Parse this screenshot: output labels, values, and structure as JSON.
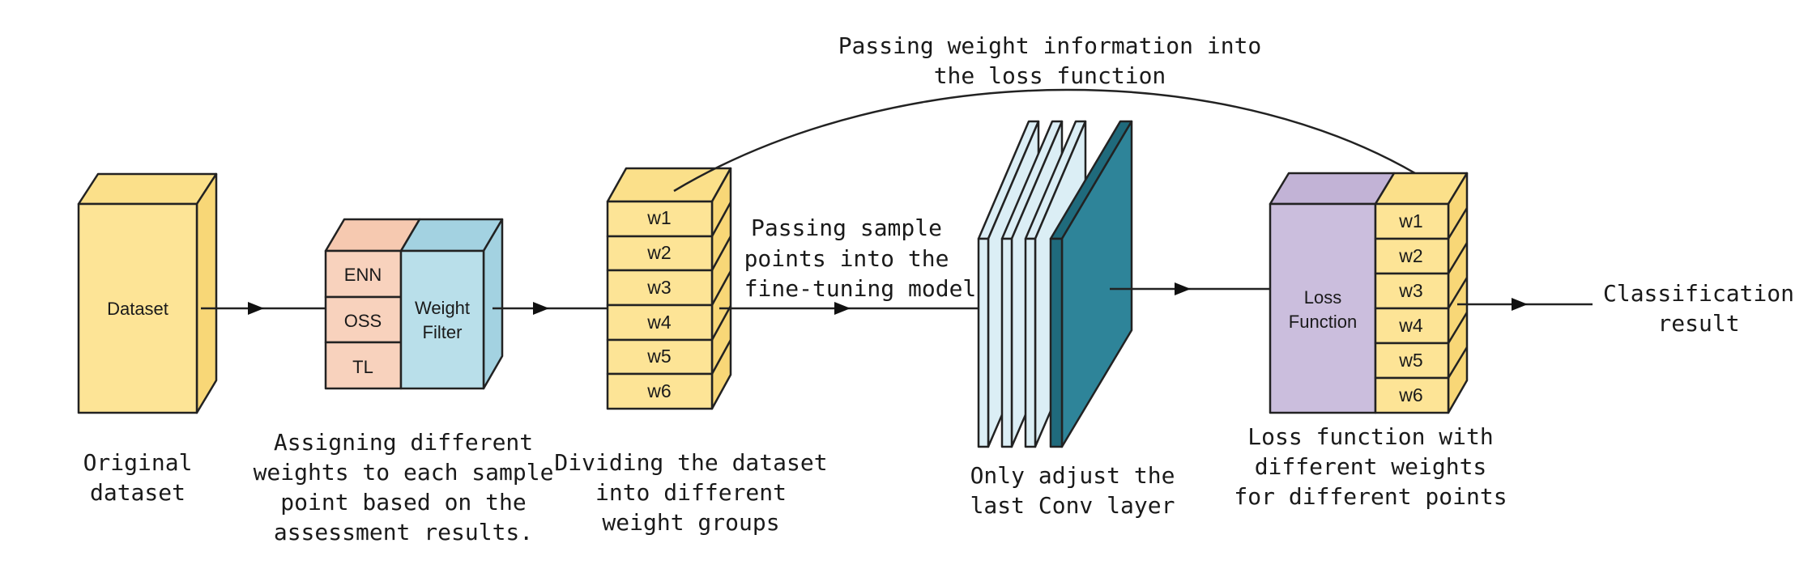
{
  "colors": {
    "yellow": "#fde496",
    "yellow_top": "#fbe08a",
    "yellow_side": "#f8d777",
    "peach": "#f8d2bd",
    "peach_top": "#f6c9b0",
    "light_blue": "#b9dfea",
    "light_blue_side": "#a3d2e1",
    "pale_blue": "#dbeef5",
    "teal": "#2e8499",
    "teal_side": "#1f6a7c",
    "lavender": "#cbbedd",
    "lavender_top": "#c2b3d6",
    "stroke": "#222222"
  },
  "nodes": {
    "dataset": {
      "label": "Dataset"
    },
    "filter": {
      "methods": [
        "ENN",
        "OSS",
        "TL"
      ],
      "label_line1": "Weight",
      "label_line2": "Filter"
    },
    "groups": {
      "weights": [
        "w1",
        "w2",
        "w3",
        "w4",
        "w5",
        "w6"
      ]
    },
    "loss": {
      "label_line1": "Loss",
      "label_line2": "Function",
      "weights": [
        "w1",
        "w2",
        "w3",
        "w4",
        "w5",
        "w6"
      ]
    },
    "result": {
      "line1": "Classification",
      "line2": "result"
    }
  },
  "edge_labels": {
    "top_line1": "Passing weight information into",
    "top_line2": "the loss function",
    "mid_line1": "Passing sample",
    "mid_line2": "points into the",
    "mid_line3": "fine-tuning model"
  },
  "captions": {
    "original": [
      "Original",
      "dataset"
    ],
    "assign": [
      "Assigning different",
      "weights to each sample",
      "point based on the",
      "assessment results."
    ],
    "divide": [
      "Dividing the dataset",
      "into different",
      "weight groups"
    ],
    "adjust": [
      "Only adjust the",
      "last Conv layer"
    ],
    "loss": [
      "Loss function  with",
      "different weights",
      "for different points"
    ]
  }
}
